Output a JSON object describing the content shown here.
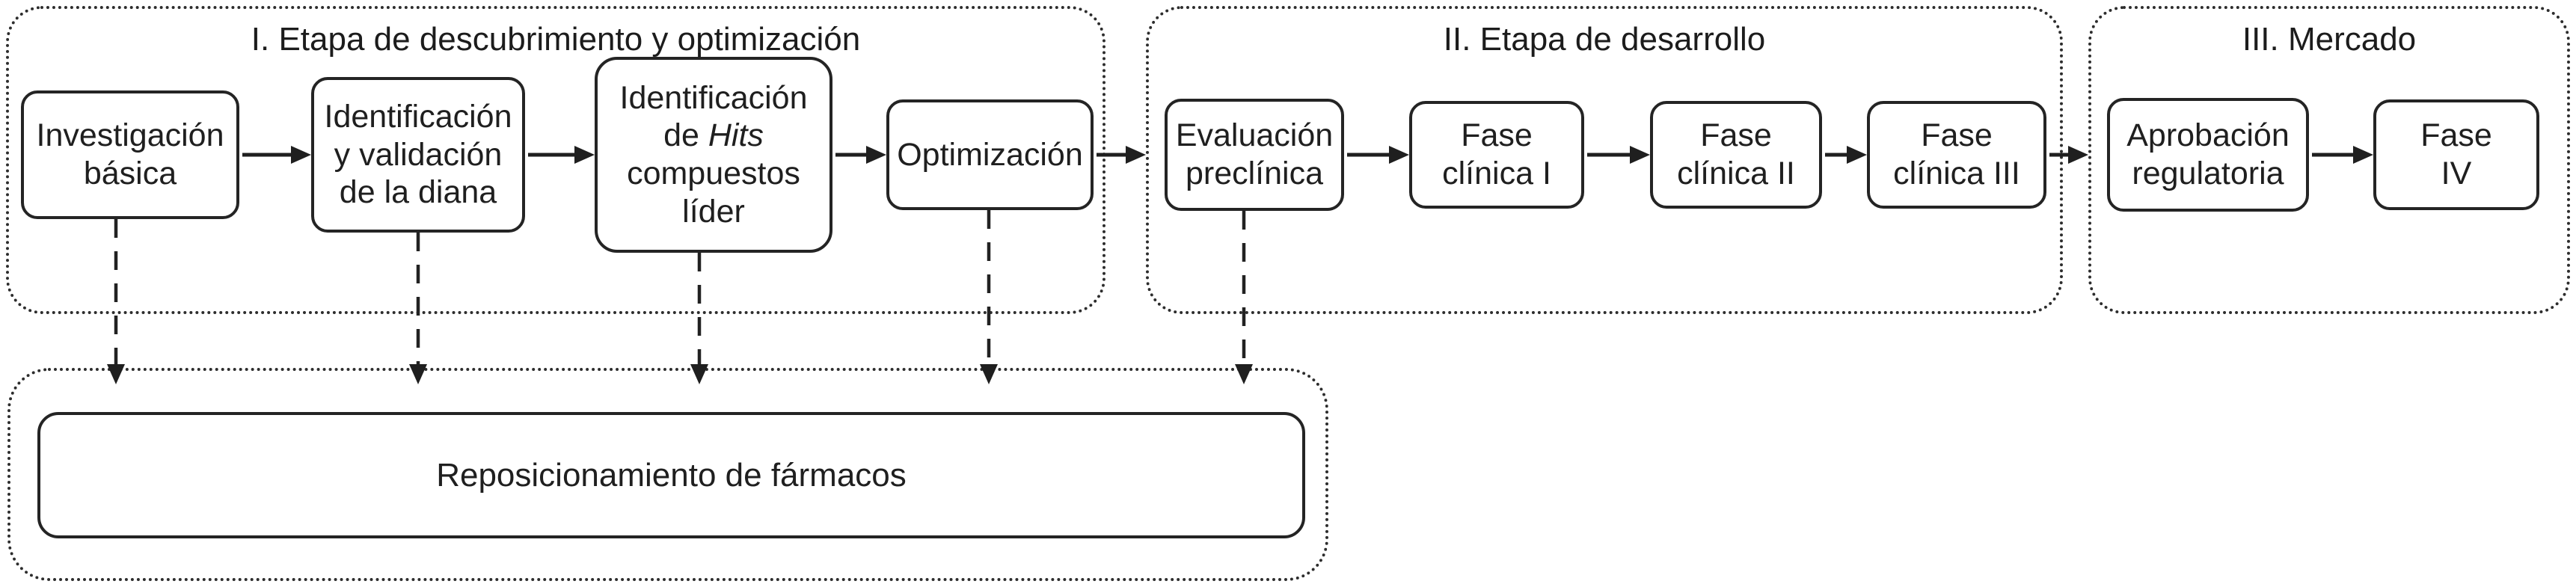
{
  "colors": {
    "ink": "#1f1f1f",
    "background": "#ffffff"
  },
  "stages": [
    {
      "title": "I. Etapa de descubrimiento y optimización",
      "boxes": [
        {
          "label": "Investigación\nbásica"
        },
        {
          "label": "Identificación\ny validación\nde la diana"
        },
        {
          "label_pre": "Identificación\nde ",
          "label_italic": "Hits",
          "label_post": "\ncompuestos\nlíder"
        },
        {
          "label": "Optimización"
        }
      ]
    },
    {
      "title": "II. Etapa de desarrollo",
      "boxes": [
        {
          "label": "Evaluación\npreclínica"
        },
        {
          "label": "Fase\nclínica I"
        },
        {
          "label": "Fase\nclínica II"
        },
        {
          "label": "Fase\nclínica III"
        }
      ]
    },
    {
      "title": "III. Mercado",
      "boxes": [
        {
          "label": "Aprobación\nregulatoria"
        },
        {
          "label": "Fase\nIV"
        }
      ]
    }
  ],
  "repositioning": {
    "label": "Reposicionamiento de fármacos"
  }
}
